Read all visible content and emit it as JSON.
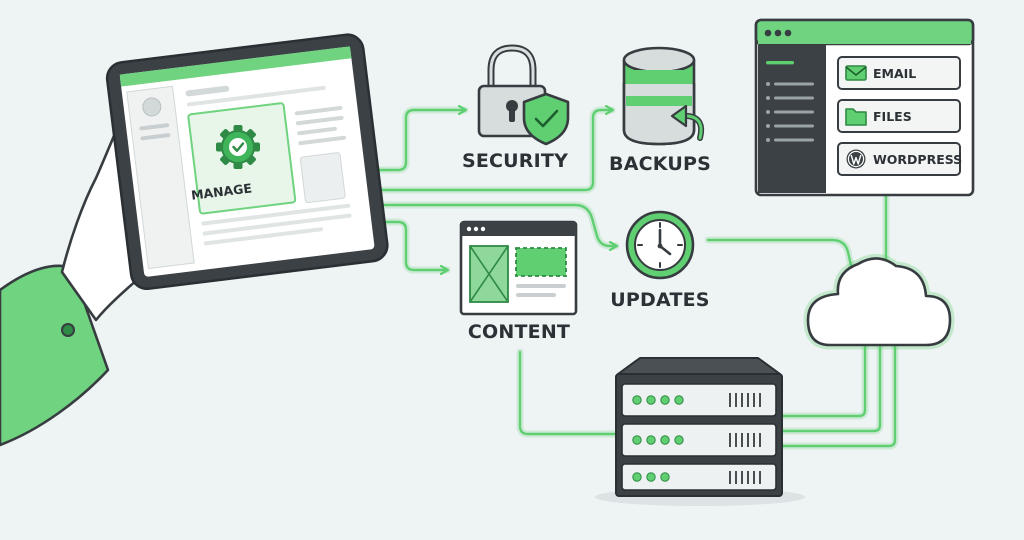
{
  "labels": {
    "manage": "MANAGE",
    "security": "SECURITY",
    "backups": "BACKUPS",
    "content": "CONTENT",
    "updates": "UPDATES"
  },
  "panel": {
    "items": [
      {
        "label": "EMAIL",
        "icon": "envelope-icon"
      },
      {
        "label": "FILES",
        "icon": "folder-icon"
      },
      {
        "label": "WORDPRESS",
        "icon": "wordpress-icon"
      }
    ]
  },
  "colors": {
    "accent": "#5fcf72",
    "accent_dark": "#2e8a44",
    "outline": "#363c40",
    "background": "#eef3f4"
  }
}
